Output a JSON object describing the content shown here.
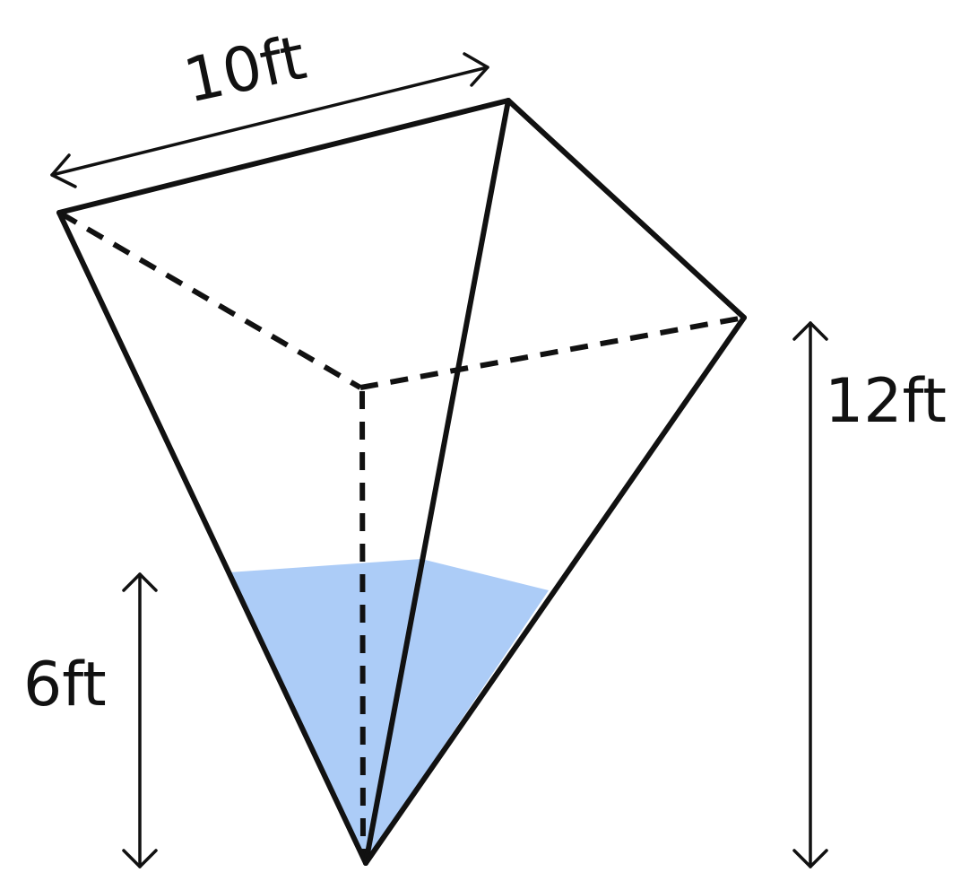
{
  "diagram": {
    "labels": {
      "top_width": "10ft",
      "height": "12ft",
      "water_depth": "6ft"
    },
    "colors": {
      "water": "#acccf7",
      "line": "#111111",
      "background": "#ffffff"
    }
  }
}
